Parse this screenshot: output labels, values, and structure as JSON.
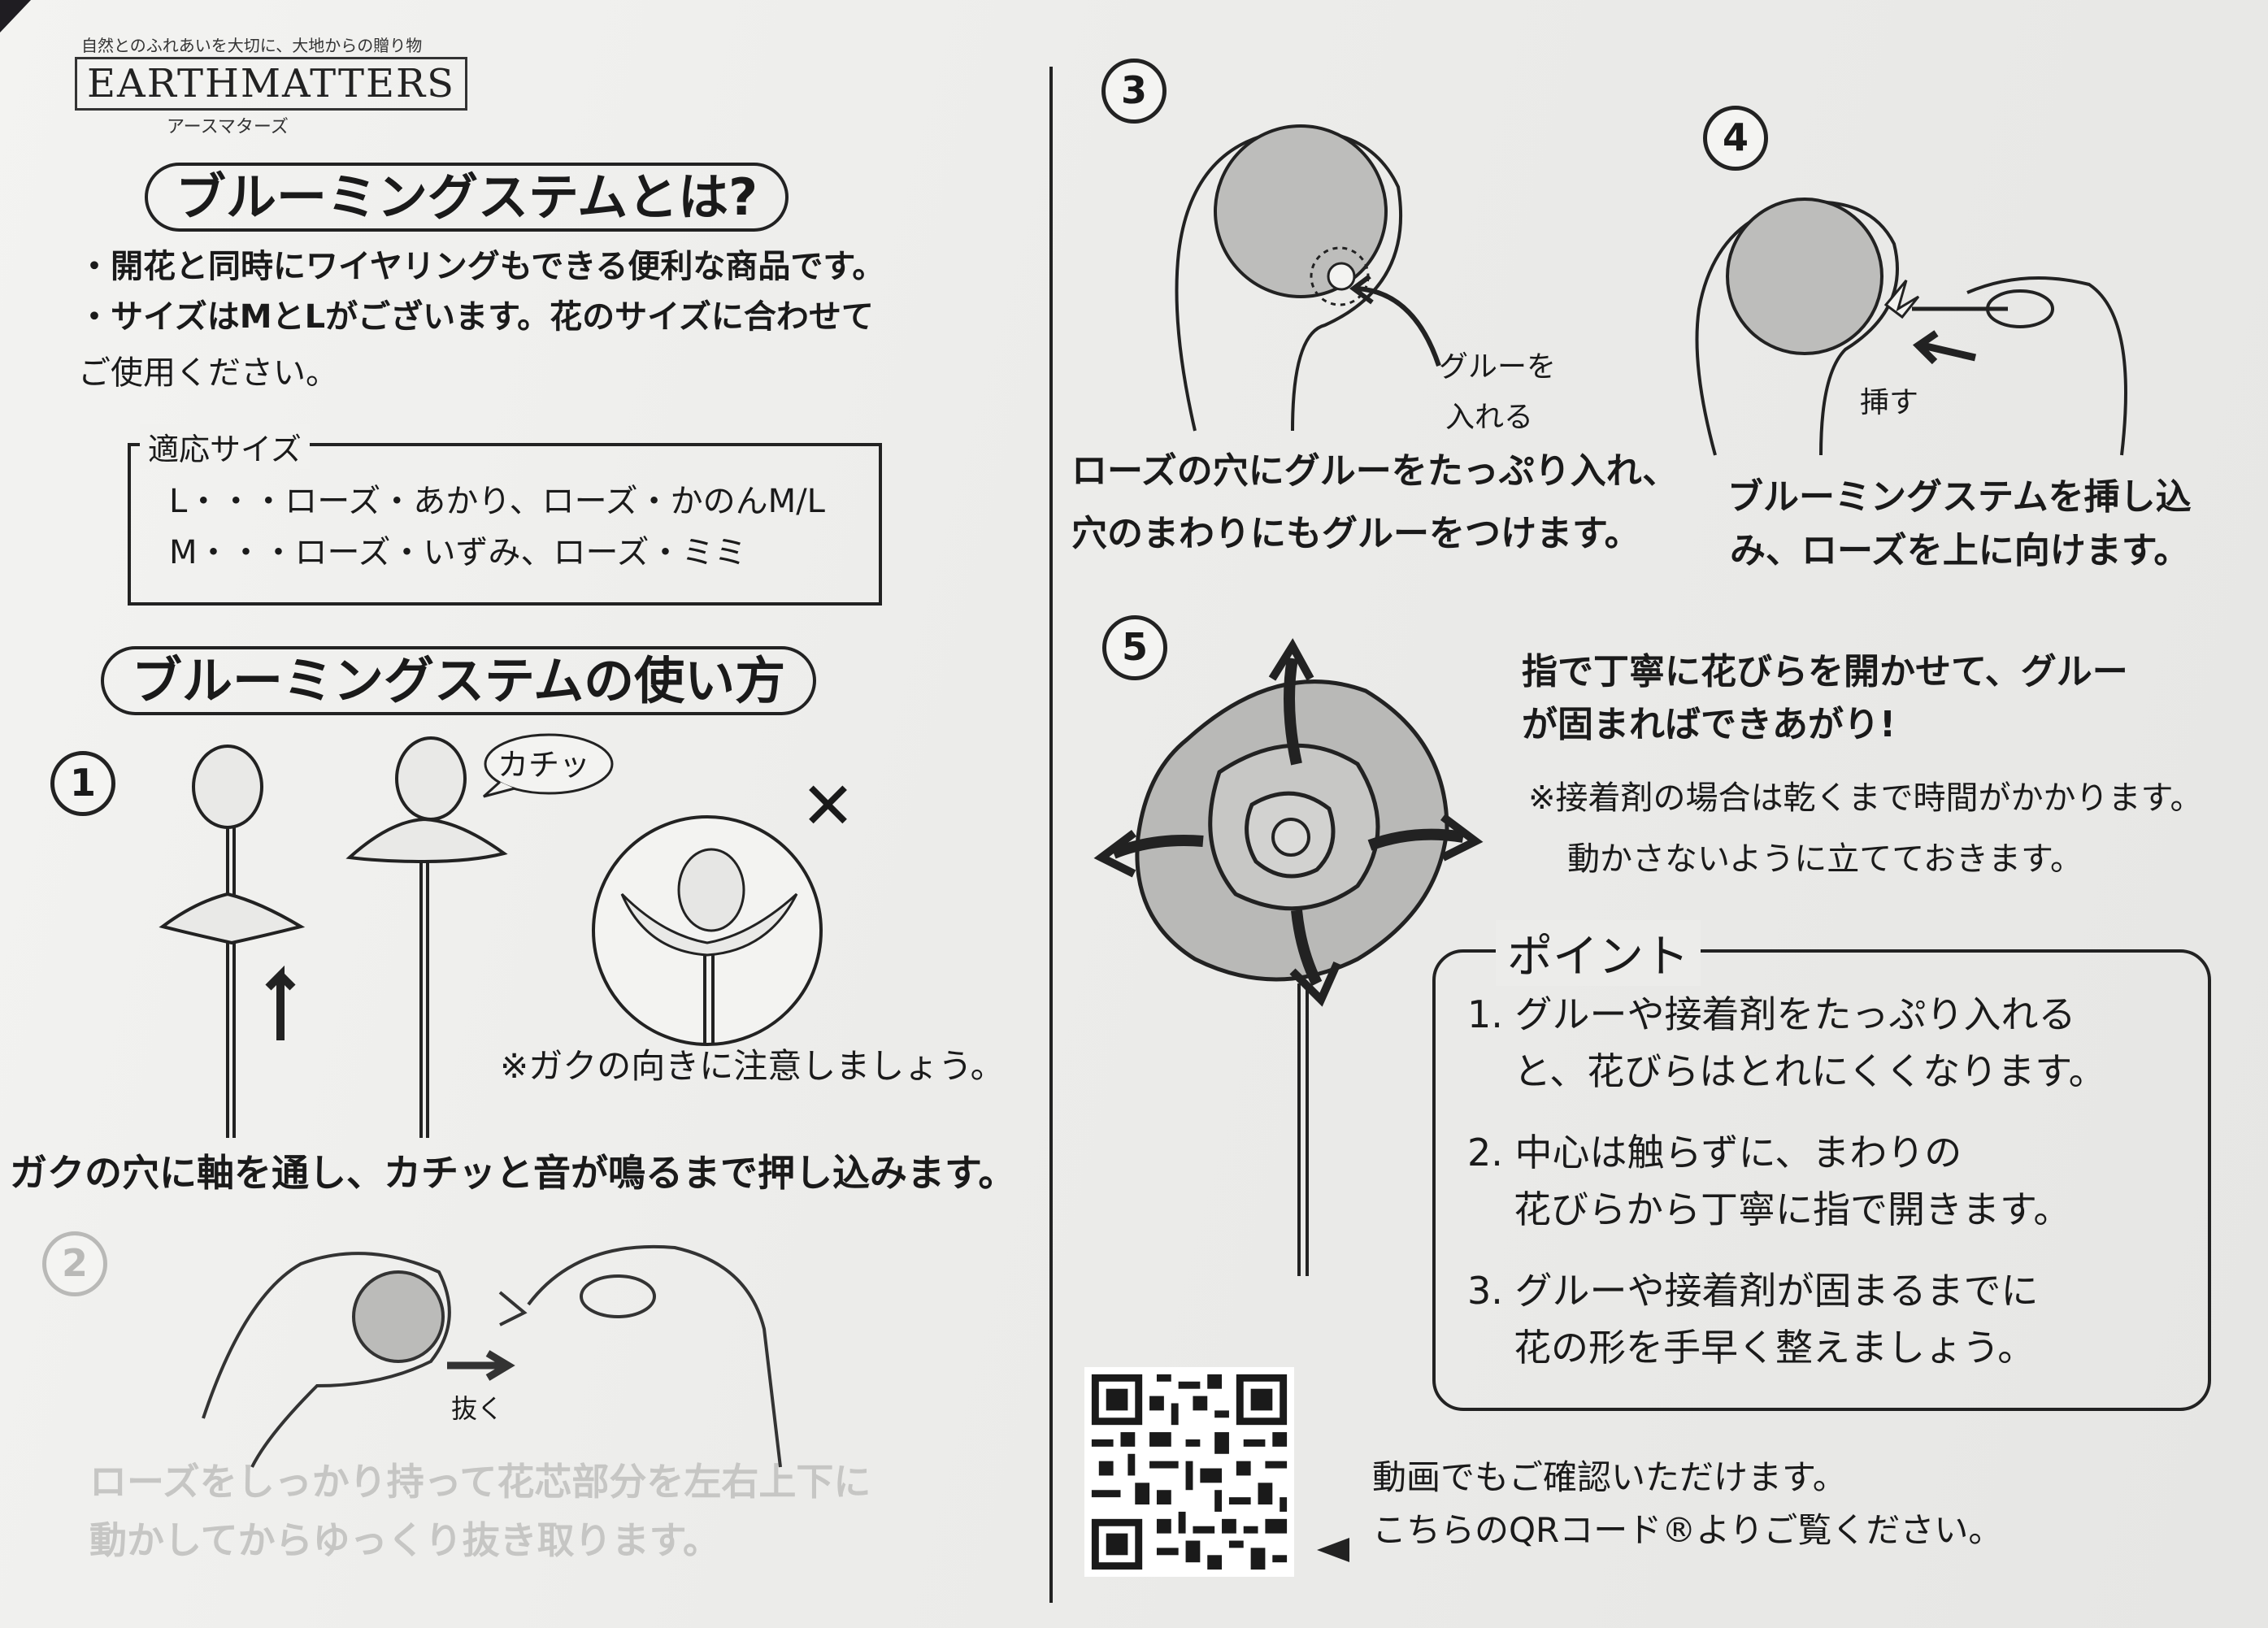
{
  "brand": {
    "tagline": "自然とのふれあいを大切に、大地からの贈り物",
    "name": "EARTHMATTERS",
    "kana": "アースマターズ"
  },
  "intro": {
    "title": "ブルーミングステムとは?",
    "line1": "・開花と同時にワイヤリングもできる便利な商品です。",
    "line2": "・サイズはMとLがございます。花のサイズに合わせて",
    "line3": "ご使用ください。"
  },
  "sizes": {
    "legend": "適応サイズ",
    "l_line": "L・・・ローズ・あかり、ローズ・かのんM/L",
    "m_line": "M・・・ローズ・いずみ、ローズ・ミミ"
  },
  "usage": {
    "title": "ブルーミングステムの使い方"
  },
  "step1": {
    "num": "1",
    "click_sound": "カチッ",
    "wrong_mark": "✕",
    "note": "※ガクの向きに注意しましょう。",
    "caption": "ガクの穴に軸を通し、カチッと音が鳴るまで押し込みます。"
  },
  "step2": {
    "num": "2",
    "pull_label": "抜く",
    "caption_line1": "ローズをしっかり持って花芯部分を左右上下に",
    "caption_line2": "動かしてからゆっくり抜き取ります。"
  },
  "step3": {
    "num": "3",
    "glue_label_line1": "グルーを",
    "glue_label_line2": "入れる",
    "caption_line1": "ローズの穴にグルーをたっぷり入れ、",
    "caption_line2": "穴のまわりにもグルーをつけます。"
  },
  "step4": {
    "num": "4",
    "insert_label": "挿す",
    "caption_line1": "ブルーミングステムを挿し込",
    "caption_line2": "み、ローズを上に向けます。"
  },
  "step5": {
    "num": "5",
    "caption_line1": "指で丁寧に花びらを開かせて、グルー",
    "caption_line2": "が固まればできあがり!",
    "note_line1": "※接着剤の場合は乾くまで時間がかかります。",
    "note_line2": "動かさないように立てておきます。"
  },
  "points": {
    "legend": "ポイント",
    "p1_line1": "1. グルーや接着剤をたっぷり入れる",
    "p1_line2": "と、花びらはとれにくくなります。",
    "p2_line1": "2. 中心は触らずに、まわりの",
    "p2_line2": "花びらから丁寧に指で開きます。",
    "p3_line1": "3. グルーや接着剤が固まるまでに",
    "p3_line2": "花の形を手早く整えましょう。"
  },
  "video": {
    "line1": "動画でもご確認いただけます。",
    "line2": "こちらのQRコード®よりご覧ください。"
  }
}
